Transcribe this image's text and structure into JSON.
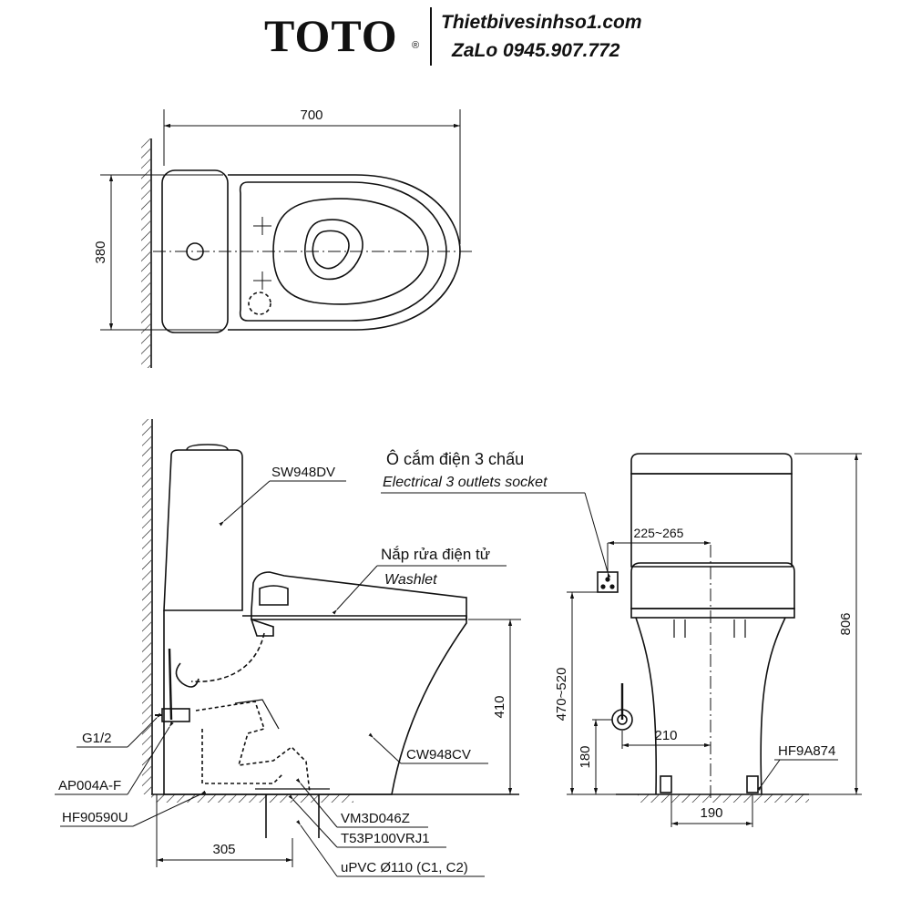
{
  "header": {
    "brand": "TOTO",
    "registered_mark": "®",
    "website": "Thietbivesinhso1.com",
    "contact": "ZaLo 0945.907.772"
  },
  "top_view": {
    "width_dim": "700",
    "depth_dim": "380"
  },
  "side_view": {
    "labels": {
      "tank": "SW948DV",
      "bowl": "CW948CV",
      "washlet_vi": "Nắp rửa điện tử",
      "washlet_en": "Washlet",
      "valve_thread": "G1/2",
      "valve": "AP004A-F",
      "hose": "HF90590U",
      "adapter": "VM3D046Z",
      "flange": "T53P100VRJ1",
      "pipe": "uPVC Ø110 (C1, C2)"
    },
    "dims": {
      "seat_height": "410",
      "outlet_offset": "305"
    }
  },
  "front_view": {
    "labels": {
      "socket_vi": "Ô cắm điện 3 chấu",
      "socket_en": "Electrical 3 outlets socket",
      "bolt_kit": "HF9A874"
    },
    "dims": {
      "total_height": "806",
      "socket_offset": "225~265",
      "socket_height": "470~520",
      "valve_height": "180",
      "valve_offset": "210",
      "bolt_spacing": "190"
    }
  }
}
